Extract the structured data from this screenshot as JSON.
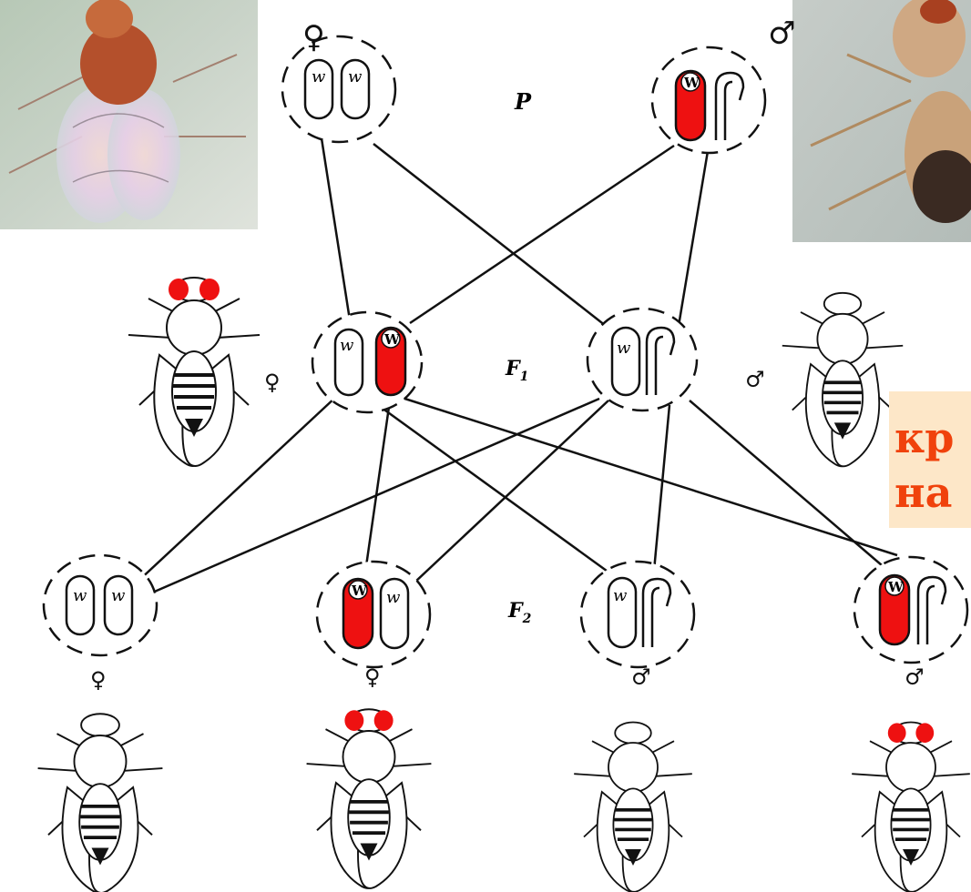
{
  "generations": {
    "p": "P",
    "f1": "F",
    "f1_sub": "1",
    "f2": "F",
    "f2_sub": "2"
  },
  "sex_symbols": {
    "female": "♀",
    "male": "♂"
  },
  "alleles": {
    "recessive": "w",
    "dominant": "W"
  },
  "callout": {
    "line1": "кр",
    "line2": "на"
  },
  "colors": {
    "red": "#ee1111",
    "callout_text": "#f0420c",
    "callout_bg": "#fde7c8",
    "ink": "#111111"
  },
  "icons": {
    "female_photo": "white-eyed-female-fly-photo",
    "male_photo": "red-eyed-male-fly-photo",
    "fly_drawing": "fruit-fly-drawing"
  }
}
